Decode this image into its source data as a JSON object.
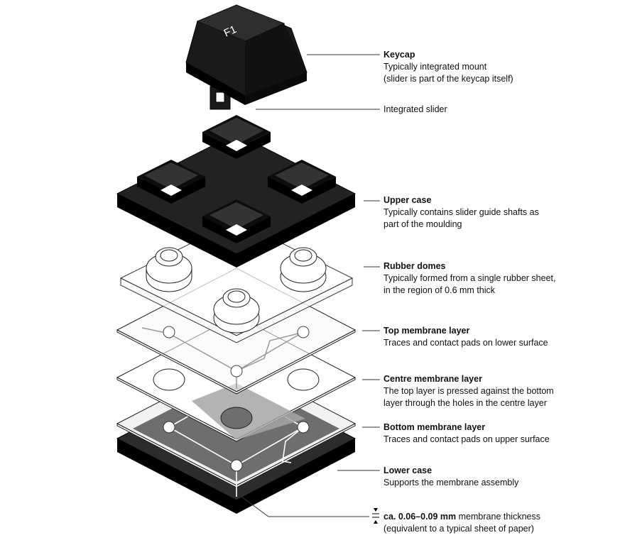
{
  "keycap_legend": "F1",
  "callouts": {
    "keycap": {
      "title": "Keycap",
      "line1": "Typically integrated mount",
      "line2": "(slider is part of the keycap itself)"
    },
    "slider": {
      "line1": "Integrated slider"
    },
    "upper_case": {
      "title": "Upper case",
      "line1": "Typically contains slider guide shafts as",
      "line2": "part of the moulding"
    },
    "rubber_domes": {
      "title": "Rubber domes",
      "line1": "Typically formed from a single rubber sheet,",
      "line2": "in the region of 0.6 mm thick"
    },
    "top_membrane": {
      "title": "Top membrane layer",
      "line1": "Traces and contact pads on lower surface"
    },
    "centre_membrane": {
      "title": "Centre membrane layer",
      "line1": "The top layer is pressed against the bottom",
      "line2": "layer through the holes in the centre layer"
    },
    "bottom_membrane": {
      "title": "Bottom membrane layer",
      "line1": "Traces and contact pads on upper surface"
    },
    "lower_case": {
      "title": "Lower case",
      "line1": "Supports the membrane assembly"
    },
    "thickness": {
      "bold": "ca. 0.06–0.09 mm",
      "rest": " membrane thickness",
      "line2": "(equivalent to a typical sheet of paper)"
    }
  },
  "colors": {
    "dark_part": "#1a1a1a",
    "dark_side": "#000000",
    "line": "#222222",
    "membrane": "#f4f4f4",
    "contact_dark": "#6e6e6e",
    "contact_mid": "#a6a6a6"
  }
}
